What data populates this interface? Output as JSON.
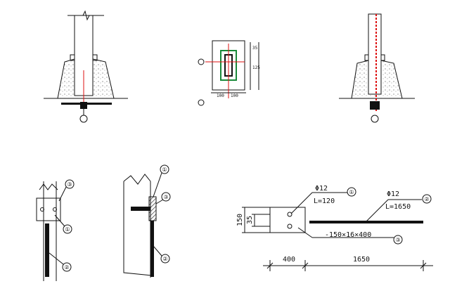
{
  "top_right_plan_dims": {
    "d1": "35",
    "d2": "125",
    "d3": "100",
    "d4": "100"
  },
  "bottom_left_callouts": [
    "③",
    "①",
    "②"
  ],
  "bottom_middle_callouts": [
    "①",
    "③",
    "②"
  ],
  "anchor_detail": {
    "rebar1_spec": "Φ12",
    "rebar1_length": "L=120",
    "rebar1_callout": "①",
    "rebar2_spec": "Φ12",
    "rebar2_length": "L=1650",
    "rebar2_callout": "②",
    "plate_spec": "-150×16×400",
    "plate_callout": "③",
    "dim_height": "150",
    "dim_offset": "35",
    "dim_width_plate": "400",
    "dim_width_rebar": "1650"
  }
}
